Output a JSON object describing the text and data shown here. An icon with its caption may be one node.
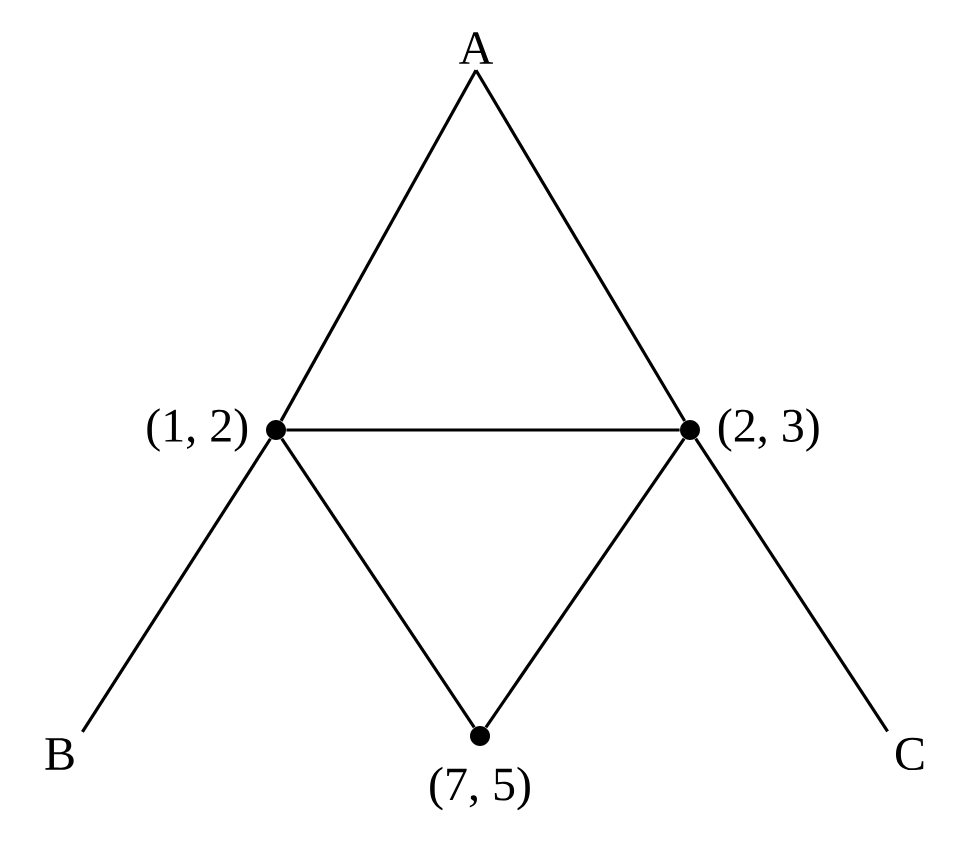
{
  "diagram": {
    "nodes": [
      {
        "text": [
          "A"
        ]
      },
      {
        "text": [],
        "shape": "circle",
        "beside": [
          "(1, 2)"
        ]
      },
      {
        "text": [],
        "shape": "circle",
        "beside": [
          "(2, 3)"
        ]
      },
      {
        "text": [
          "B"
        ]
      },
      {
        "text": [],
        "shape": "circle",
        "beside": [
          "(7, 5)"
        ]
      },
      {
        "text": [
          "C"
        ]
      }
    ],
    "edges": [
      {
        "from": 0,
        "to": 1,
        "arrow": "none"
      },
      {
        "from": 0,
        "to": 2,
        "arrow": "none"
      },
      {
        "from": 1,
        "to": 2,
        "arrow": "none"
      },
      {
        "from": 1,
        "to": 3,
        "arrow": "none"
      },
      {
        "from": 1,
        "to": 4,
        "arrow": "none"
      },
      {
        "from": 2,
        "to": 4,
        "arrow": "none"
      },
      {
        "from": 2,
        "to": 5,
        "arrow": "none"
      }
    ]
  }
}
